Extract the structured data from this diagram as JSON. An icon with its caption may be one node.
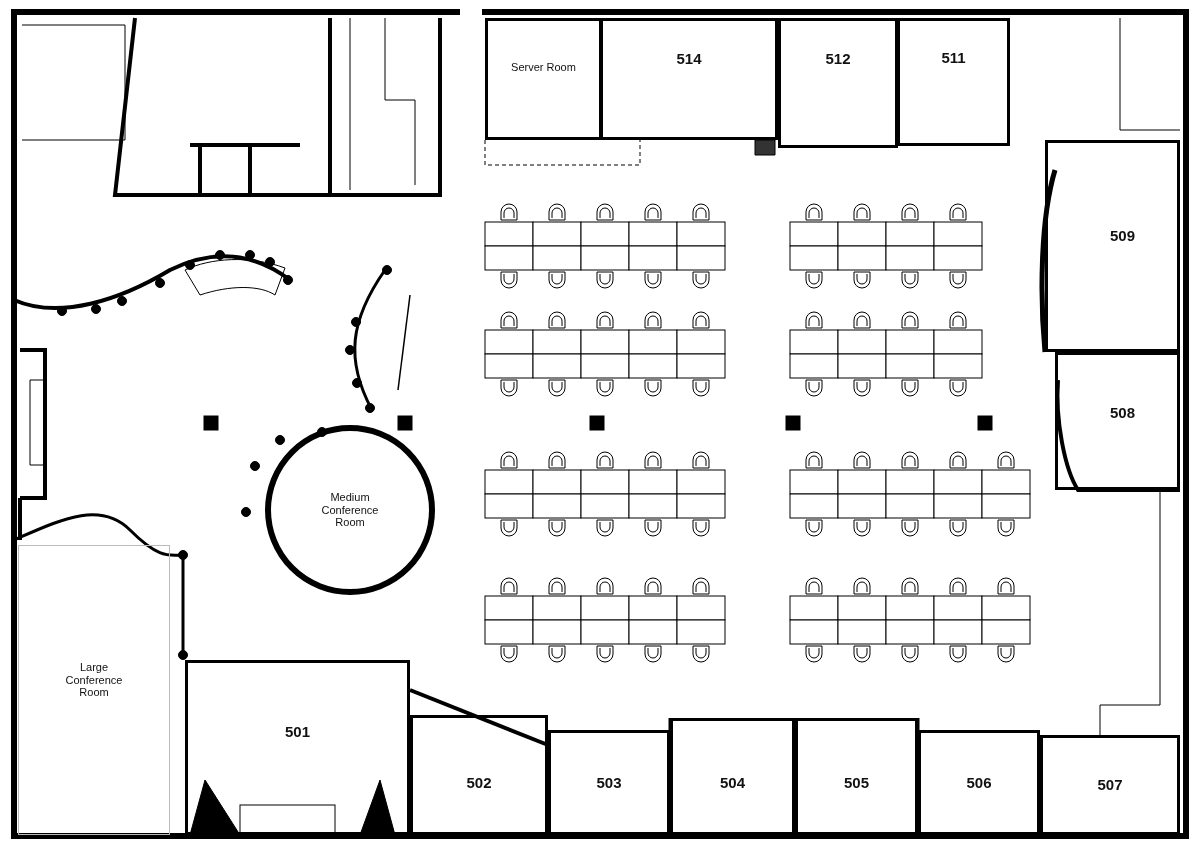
{
  "diagram": {
    "nodes": [
      {
        "text": [
          "Server Room"
        ]
      },
      {
        "text": [
          "514"
        ]
      },
      {
        "text": [
          "512"
        ]
      },
      {
        "text": [
          "511"
        ]
      },
      {
        "text": [
          "509"
        ]
      },
      {
        "text": [
          "508"
        ]
      },
      {
        "text": [
          "Medium Conference Room"
        ]
      },
      {
        "text": [
          "Large Conference Room"
        ]
      },
      {
        "text": [
          "501"
        ]
      },
      {
        "text": [
          "502"
        ]
      },
      {
        "text": [
          "503"
        ]
      },
      {
        "text": [
          "504"
        ]
      },
      {
        "text": [
          "505"
        ]
      },
      {
        "text": [
          "506"
        ]
      },
      {
        "text": [
          "507"
        ]
      }
    ]
  }
}
